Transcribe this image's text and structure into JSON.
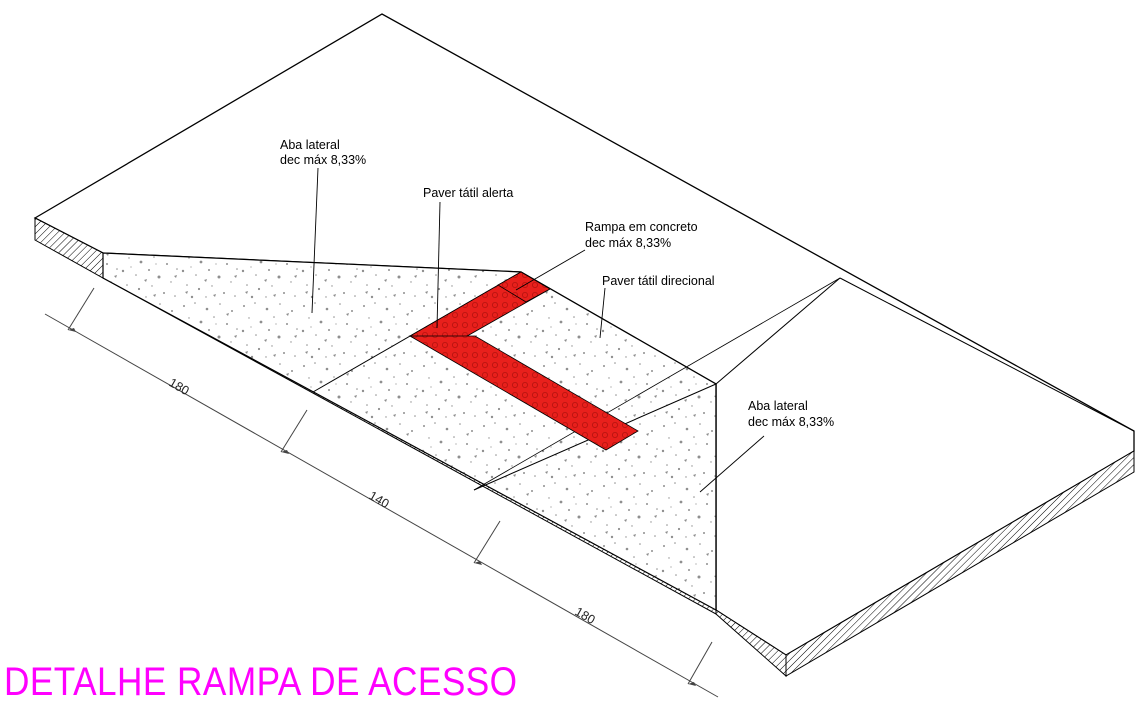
{
  "title": "DETALHE RAMPA DE ACESSO",
  "labels": {
    "aba_lateral_left": [
      "Aba lateral",
      "dec máx 8,33%"
    ],
    "paver_alerta": "Paver tátil alerta",
    "rampa_concreto": [
      "Rampa em concreto",
      "dec máx 8,33%"
    ],
    "paver_direcional": "Paver tátil direcional",
    "aba_lateral_right": [
      "Aba lateral",
      "dec máx 8,33%"
    ]
  },
  "dimensions": [
    "180",
    "140",
    "180"
  ],
  "colors": {
    "title": "#ff00ff",
    "tactile_paver": "#e8201c",
    "concrete_speckle": "#9a9a9a",
    "line": "#000000"
  }
}
